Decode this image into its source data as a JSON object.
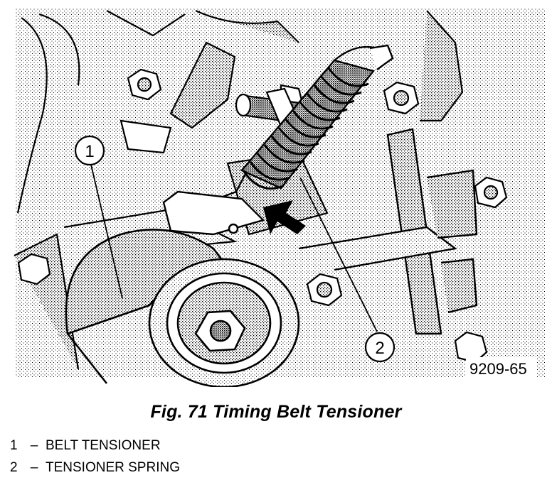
{
  "figure": {
    "callouts": [
      {
        "number": "1"
      },
      {
        "number": "2"
      }
    ],
    "figure_id": "9209-65"
  },
  "caption": "Fig. 71 Timing Belt Tensioner",
  "legend": [
    {
      "number": "1",
      "dash": "–",
      "label": "BELT TENSIONER"
    },
    {
      "number": "2",
      "dash": "–",
      "label": "TENSIONER SPRING"
    }
  ]
}
